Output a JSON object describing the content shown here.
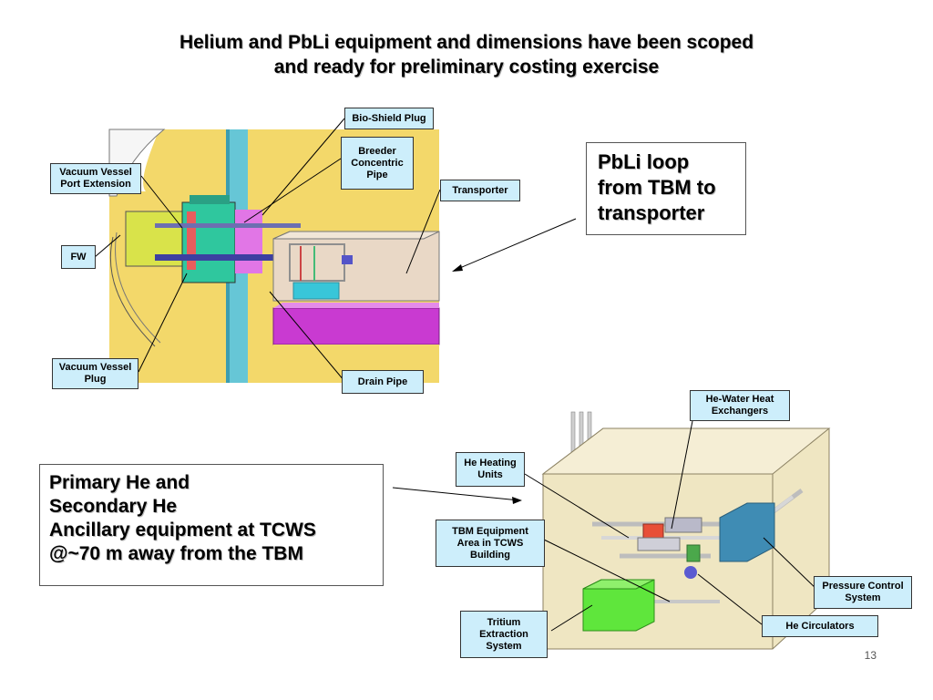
{
  "title": {
    "line1": "Helium and PbLi equipment and dimensions have been scoped",
    "line2": "and ready for preliminary costing exercise"
  },
  "callout_pbli": {
    "line1": "PbLi loop",
    "line2": "from TBM to",
    "line3": "transporter"
  },
  "callout_he": {
    "line1": "Primary He and",
    "line2": "Secondary He",
    "line3": "Ancillary equipment at TCWS",
    "line4": "@~70 m away from the TBM"
  },
  "diagram1_labels": {
    "bio_shield_plug": "Bio-Shield Plug",
    "breeder_pipe_1": "Breeder",
    "breeder_pipe_2": "Concentric",
    "breeder_pipe_3": "Pipe",
    "vv_port_ext_1": "Vacuum Vessel",
    "vv_port_ext_2": "Port Extension",
    "transporter": "Transporter",
    "fw": "FW",
    "vv_plug_1": "Vacuum Vessel",
    "vv_plug_2": "Plug",
    "drain_pipe": "Drain Pipe"
  },
  "diagram2_labels": {
    "he_water_1": "He-Water Heat",
    "he_water_2": "Exchangers",
    "he_heating_1": "He Heating",
    "he_heating_2": "Units",
    "tbm_area_1": "TBM Equipment",
    "tbm_area_2": "Area in TCWS",
    "tbm_area_3": "Building",
    "pressure_1": "Pressure Control",
    "pressure_2": "System",
    "tritium_1": "Tritium",
    "tritium_2": "Extraction",
    "tritium_3": "System",
    "he_circ": "He Circulators"
  },
  "page_number": "13"
}
